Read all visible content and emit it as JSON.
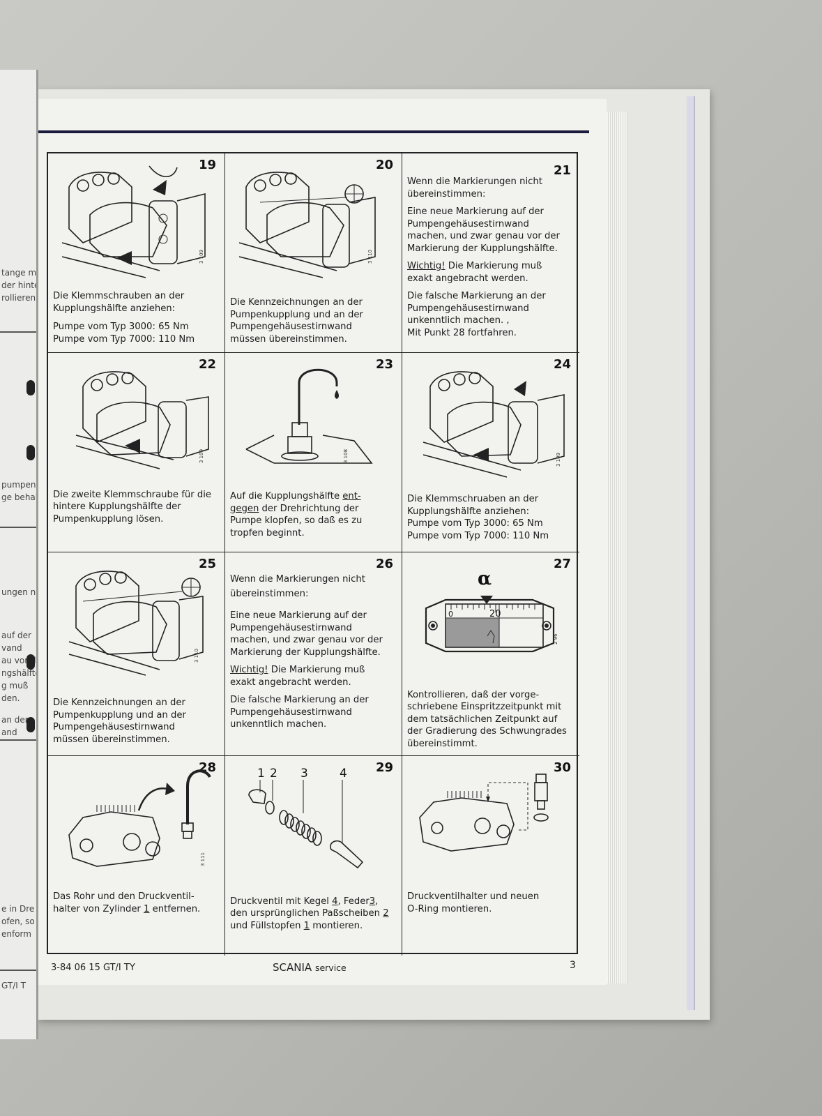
{
  "left_fragments": [
    "tange mit",
    "der hinte",
    "rollieren",
    "pumpen",
    "ge behal",
    "ungen n",
    "auf der",
    "vand",
    "au vor d",
    "ngshälfte",
    "g muß",
    "den.",
    "an der",
    "and",
    "e in Dre",
    "ofen, so",
    "enform",
    "GT/I T"
  ],
  "panels": [
    {
      "num": "19",
      "caption": [
        "Die Klemmschrauben an der",
        "Kupplungshälfte anziehen:",
        "",
        "Pumpe vom Typ 3000:    65 Nm",
        "Pumpe vom Typ 7000: 110 Nm"
      ],
      "fig": "3 109",
      "icon": "pump-coupling-tighten-illustration"
    },
    {
      "num": "20",
      "caption": [
        "Die Kennzeichnungen an der",
        "Pumpenkupplung und an der",
        "Pumpengehäusestirnwand",
        "müssen übereinstimmen."
      ],
      "fig": "3 110",
      "icon": "coupling-marks-illustration"
    },
    {
      "num": "21",
      "heading": [
        "Wenn die Markierungen nicht",
        "übereinstimmen:"
      ],
      "p1": [
        "Eine neue Markierung auf der",
        "Pumpengehäusestirnwand",
        "machen, und zwar genau vor der",
        "Markierung der Kupplungshälfte."
      ],
      "p2_label": "Wichtig!",
      "p2": [
        " Die Markierung muß",
        "exakt angebracht werden."
      ],
      "p3": [
        "Die falsche Markierung an der",
        "Pumpengehäusestirnwand",
        "unkenntlich machen. ,",
        "Mit Punkt 28 fortfahren."
      ]
    },
    {
      "num": "22",
      "caption": [
        "Die zweite Klemmschraube für die",
        "hintere Kupplungshälfte der",
        "Pumpenkupplung lösen."
      ],
      "fig": "3 109",
      "icon": "second-clamp-screw-illustration"
    },
    {
      "num": "23",
      "caption_parts": [
        "Auf die Kupplungshälfte ",
        "ent-",
        "gegen",
        " der Drehrichtung der",
        "Pumpe klopfen, so daß es zu",
        "tropfen beginnt."
      ],
      "fig": "3 108",
      "icon": "drip-pipe-illustration"
    },
    {
      "num": "24",
      "caption": [
        "Die Klemmschruaben an der",
        "Kupplungshälfte anziehen:",
        "Pumpe vom Typ 3000:    65 Nm",
        "Pumpe vom Typ 7000: 110 Nm"
      ],
      "fig": "3 109",
      "icon": "coupling-clamp-illustration"
    },
    {
      "num": "25",
      "caption": [
        "Die Kennzeichnungen an der",
        "Pumpenkupplung und an der",
        "Pumpengehäusestirnwand",
        "müssen übereinstimmen."
      ],
      "fig": "3 110",
      "icon": "coupling-marks-illustration"
    },
    {
      "num": "26",
      "heading": [
        "Wenn die Markierungen nicht",
        "übereinstimmen:"
      ],
      "p1": [
        "Eine neue Markierung auf der",
        "Pumpengehäusestirnwand",
        "machen, und zwar genau vor der",
        "Markierung der Kupplungshälfte."
      ],
      "p2_label": "Wichtig!",
      "p2": [
        " Die Markierung muß",
        "exakt angebracht werden."
      ],
      "p3": [
        "Die falsche Markierung an der",
        "Pumpengehäusestirnwand",
        "unkenntlich machen."
      ]
    },
    {
      "num": "27",
      "caption": [
        "Kontrollieren, daß der vorge-",
        "schriebene Einspritzzeitpunkt mit",
        "dem tatsächlichen Zeitpunkt auf",
        "der Gradierung des Schwungrades",
        "übereinstimmt."
      ],
      "scale_symbol": "α",
      "scale_zero": "0",
      "scale_twenty": "20",
      "fig": "2 96",
      "icon": "flywheel-scale-illustration"
    },
    {
      "num": "28",
      "caption_parts": [
        "Das Rohr und den Druckventil-",
        "halter von Zylinder ",
        "1",
        " entfernen."
      ],
      "fig": "3 111",
      "icon": "pump-pipe-removal-illustration"
    },
    {
      "num": "29",
      "labels": [
        "1",
        "2",
        "3",
        "4"
      ],
      "caption_parts": [
        "Druckventil mit Kegel ",
        "4",
        ", Feder",
        "3",
        ",",
        "den ursprünglichen Paßscheiben ",
        "2",
        "und Füllstopfen ",
        "1",
        " montieren."
      ],
      "icon": "valve-parts-illustration"
    },
    {
      "num": "30",
      "caption": [
        "Druckventilhalter und neuen",
        "O-Ring montieren."
      ],
      "icon": "valve-holder-illustration"
    }
  ],
  "footer": {
    "code": "3-84 06 15 GT/I TY",
    "brand": "SCANIA",
    "brand_suffix": "service",
    "page": "3"
  }
}
